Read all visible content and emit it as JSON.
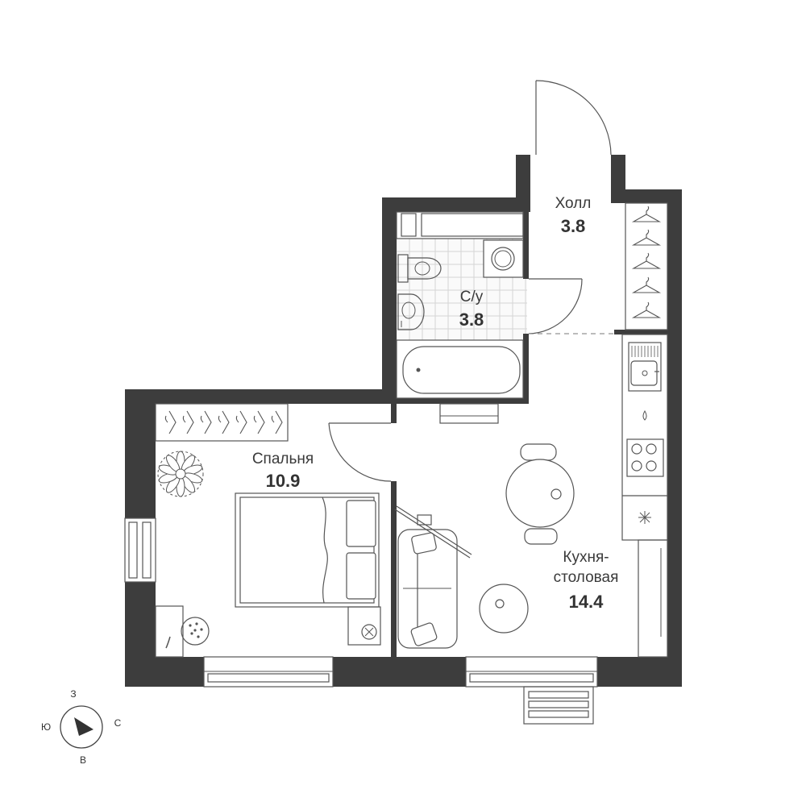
{
  "rooms": {
    "hall": {
      "name": "Холл",
      "area": "3.8"
    },
    "bathroom": {
      "name": "С/у",
      "area": "3.8"
    },
    "bedroom": {
      "name": "Спальня",
      "area": "10.9"
    },
    "kitchen": {
      "name_line1": "Кухня-",
      "name_line2": "столовая",
      "area": "14.4"
    }
  },
  "compass": {
    "north": "З",
    "west": "Ю",
    "east": "С",
    "south": "В"
  },
  "colors": {
    "wall": "#3d3d3d",
    "line": "#555555",
    "tile": "#d4d4d4"
  }
}
